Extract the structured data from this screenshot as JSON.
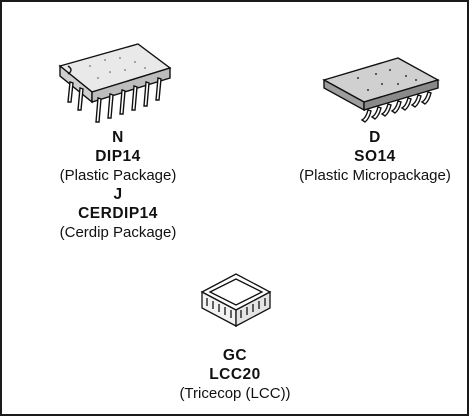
{
  "packages": {
    "dip": {
      "suffix": "N",
      "name": "DIP14",
      "description": "(Plastic Package)",
      "alt_suffix": "J",
      "alt_name": "CERDIP14",
      "alt_description": "(Cerdip Package)"
    },
    "so": {
      "suffix": "D",
      "name": "SO14",
      "description": "(Plastic Micropackage)"
    },
    "lcc": {
      "suffix": "GC",
      "name": "LCC20",
      "description": "(Tricecop (LCC))"
    }
  }
}
